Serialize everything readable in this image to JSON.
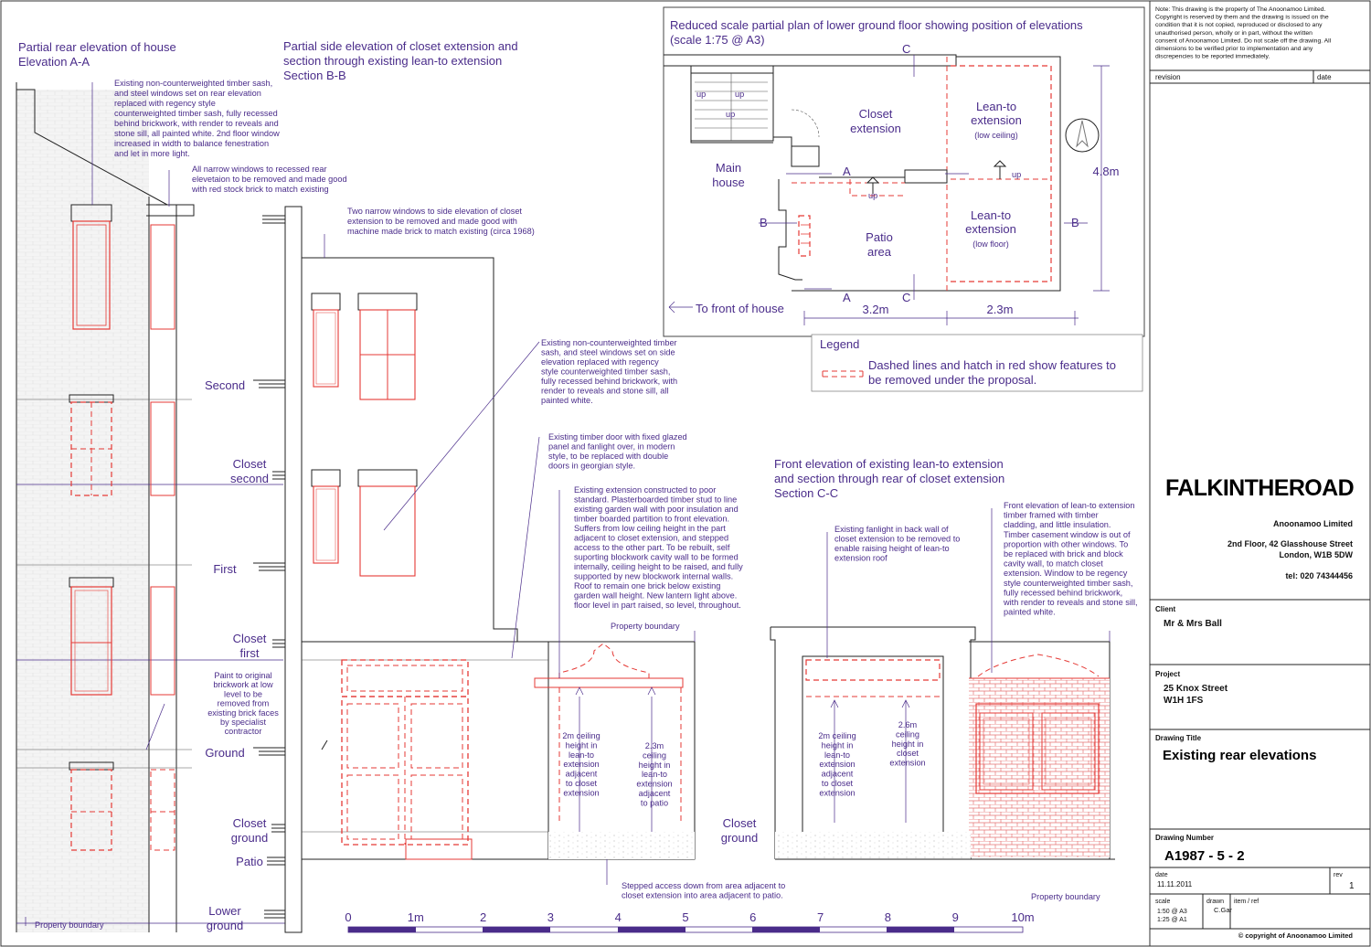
{
  "titles": {
    "rear_elevation": [
      "Partial rear elevation of house",
      "Elevation A-A"
    ],
    "side_elevation": [
      "Partial side elevation of closet extension and",
      "section through existing lean-to extension",
      "Section B-B"
    ],
    "plan": [
      "Reduced scale partial plan of lower ground floor showing position of elevations",
      "(scale 1:75 @ A3)"
    ],
    "front_elevation": [
      "Front elevation of existing lean-to extension",
      "and section through rear of closet extension",
      "Section C-C"
    ]
  },
  "notes": {
    "rear_windows": [
      "Existing non-counterweighted timber sash,",
      "and steel windows set on rear elevation",
      "replaced with regency style",
      "counterweighted timber sash, fully recessed",
      "behind brickwork, with render to reveals and",
      "stone sill, all painted white. 2nd floor window",
      "increased in width to balance fenestration",
      "and let in more light."
    ],
    "narrow_windows": [
      "All narrow windows to recessed rear",
      "elevetaion to be removed and made good",
      "with red stock brick to match existing"
    ],
    "two_narrow": [
      "Two narrow windows to side elevation of closet",
      "extension to be removed and made good with",
      "machine made brick  to match existing (circa 1968)"
    ],
    "side_windows": [
      "Existing non-counterweighted timber",
      "sash, and steel windows set on side",
      "elevation replaced with regency",
      "style counterweighted timber sash,",
      "fully recessed behind brickwork, with",
      "render to reveals and stone sill, all",
      "painted white."
    ],
    "timber_door": [
      "Existing timber door with fixed glazed",
      "panel and fanlight over, in modern",
      "style, to be replaced with double",
      "doors in georgian style."
    ],
    "extension": [
      "Existing extension constructed to poor",
      "standard. Plasterboarded timber stud to line",
      "existing garden wall with poor insulation and",
      "timber boarded partition to front elevation.",
      "Suffers from low ceiling height in the part",
      "adjacent to closet extension, and stepped",
      "access to the other part. To be rebuilt, self",
      "suporting blockwork cavity wall to be formed",
      "internally, ceiling height to be raised, and fully",
      "supported by new blockwork internal walls.",
      "Roof to remain one brick below existing",
      "garden wall height. New lantern light above.",
      "floor level in part raised, so level, throughout."
    ],
    "paint": [
      "Paint to original",
      "brickwork at low",
      "level to be",
      "removed from",
      "existing brick faces",
      "by specialist",
      "contractor"
    ],
    "fanlight": [
      "Existing fanlight in back wall of",
      "closet extension to be removed to",
      "enable raising height of lean-to",
      "extension roof"
    ],
    "leanto_front": [
      "Front elevation of lean-to extension",
      "timber framed with timber",
      "cladding, and little insulation.",
      "Timber casement window is out of",
      "proportion with other windows. To",
      "be replaced with brick and block",
      "cavity wall, to match closet",
      "extension. Window to be regency",
      "style counterweighted timber sash,",
      "fully recessed behind brickwork,",
      "with render to reveals and stone sill,",
      "painted white."
    ],
    "stepped": [
      "Stepped access down from area adjacent to",
      "closet extension into area adjacent to patio."
    ],
    "ceil_2m": [
      "2m ceiling",
      "height in",
      "lean-to",
      "extension",
      "adjacent",
      "to closet",
      "extension"
    ],
    "ceil_23": [
      "2.3m",
      "ceiling",
      "height in",
      "lean-to",
      "extension",
      "adjacent",
      "to patio"
    ],
    "ceil_2m_b": [
      "2m ceiling",
      "height in",
      "lean-to",
      "extension",
      "adjacent",
      "to closet",
      "extension"
    ],
    "ceil_26": [
      "2.6m",
      "ceiling",
      "height in",
      "closet",
      "extension"
    ],
    "property_boundary": "Property boundary"
  },
  "levels": {
    "second": "Second",
    "closet_second": [
      "Closet",
      "second"
    ],
    "first": "First",
    "closet_first": [
      "Closet",
      "first"
    ],
    "ground": "Ground",
    "closet_ground": [
      "Closet",
      "ground"
    ],
    "patio": "Patio",
    "lower_ground": [
      "Lower",
      "ground"
    ],
    "closet_ground_c": [
      "Closet",
      "ground"
    ]
  },
  "plan": {
    "closet": [
      "Closet",
      "extension"
    ],
    "leanto_low_ceiling": [
      "Lean-to",
      "extension",
      "(low ceiling)"
    ],
    "main_house": [
      "Main",
      "house"
    ],
    "patio": [
      "Patio",
      "area"
    ],
    "leanto_low_floor": [
      "Lean-to",
      "extension",
      "(low floor)"
    ],
    "front": "To front of house",
    "dim_w1": "3.2m",
    "dim_w2": "2.3m",
    "dim_h": "4.8m",
    "up": "up",
    "marks": {
      "a": "A",
      "b": "B",
      "c": "C"
    }
  },
  "legend": {
    "title": "Legend",
    "text": [
      "Dashed lines and hatch in red show features to",
      "be removed under the proposal."
    ]
  },
  "scale_bar": {
    "labels": [
      "0",
      "1m",
      "2",
      "3",
      "4",
      "5",
      "6",
      "7",
      "8",
      "9",
      "10m"
    ]
  },
  "title_block": {
    "note": [
      "Note: This drawing is the property of The Anoonamoo Limited.",
      "Copyright is reserved by them and the drawing is issued on the",
      "condition that it is not copied, reproduced or disclosed to any",
      "unauthorised person, wholly or in part, without the written",
      "consent of Anoonamoo Limited. Do not scale off the drawing. All",
      "dimensions to be verified prior to implementation and any",
      "discrepencies to be reported immediately."
    ],
    "revision_label": "revision",
    "date_label": "date",
    "brand": "FALKINTHEROAD",
    "company": "Anoonamoo Limited",
    "address1": "2nd Floor,  42 Glasshouse Street",
    "address2": "London,  W1B 5DW",
    "tel": "tel: 020 74344456",
    "client_label": "Client",
    "client": "Mr & Mrs Ball",
    "project_label": "Project",
    "project": [
      "25 Knox Street",
      "W1H 1FS"
    ],
    "drawing_title_label": "Drawing Title",
    "drawing_title": "Existing rear elevations",
    "drawing_number_label": "Drawing Number",
    "drawing_number": "A1987 - 5 - 2",
    "date_block_label": "date",
    "date_value": "11.11.2011",
    "rev_label": "rev",
    "rev_value": "1",
    "scale_label": "scale",
    "scale_values": [
      "1:50  @ A3",
      "1:25  @ A1"
    ],
    "drawn_label": "drawn",
    "drawn_value": "C.Gar",
    "item_label": "item / ref",
    "copyright": "© copyright of Anoonamoo Limited"
  },
  "colors": {
    "annotation": "#4a2c8a",
    "removal": "#e53935",
    "line": "#222222"
  }
}
